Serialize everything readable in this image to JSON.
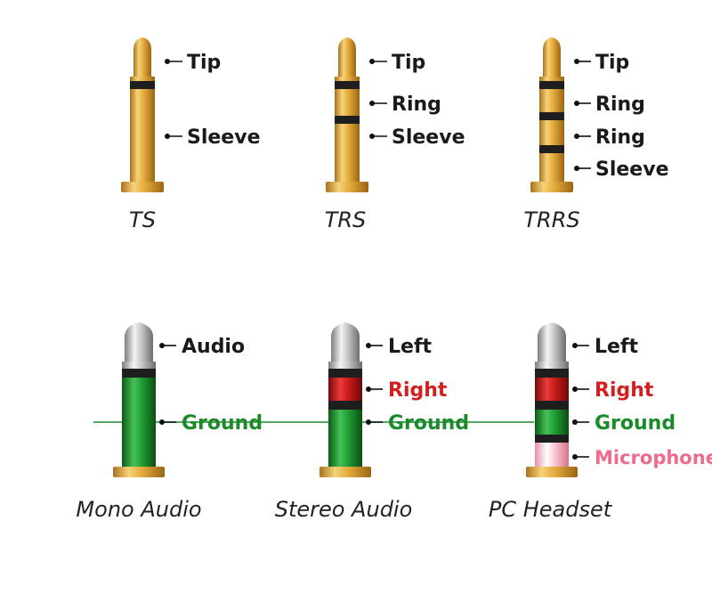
{
  "top_row": [
    {
      "caption": "TS",
      "labels": [
        "Tip",
        "Sleeve"
      ]
    },
    {
      "caption": "TRS",
      "labels": [
        "Tip",
        "Ring",
        "Sleeve"
      ]
    },
    {
      "caption": "TRRS",
      "labels": [
        "Tip",
        "Ring",
        "Ring",
        "Sleeve"
      ]
    }
  ],
  "bottom_row": [
    {
      "caption": "Mono Audio",
      "labels": [
        "Audio",
        "Ground"
      ]
    },
    {
      "caption": "Stereo Audio",
      "labels": [
        "Left",
        "Right",
        "Ground"
      ]
    },
    {
      "caption": "PC Headset",
      "labels": [
        "Left",
        "Right",
        "Ground",
        "Microphone"
      ]
    }
  ],
  "colors": {
    "gold": "#e8b046",
    "silver": "#bdbdbd",
    "left": "#111111",
    "right": "#d21f1f",
    "ground": "#1a8a2a",
    "microphone": "#ee6b8b",
    "band": "#222222"
  }
}
